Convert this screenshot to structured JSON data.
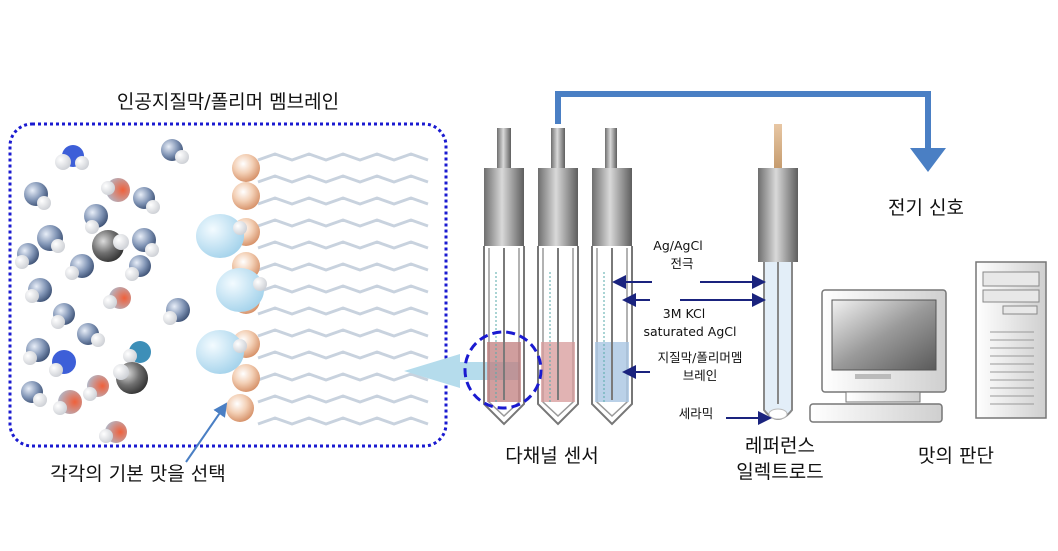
{
  "labels": {
    "membrane_title": "인공지질막/폴리머 멤브레인",
    "taste_select": "각각의 기본 맛을 선택",
    "multichannel_sensor": "다채널 센서",
    "electrode_line1": "Ag/AgCl",
    "electrode_line2": "전극",
    "kcl_line1": "3M KCl",
    "kcl_line2": "saturated AgCl",
    "lipid_line1": "지질막/폴리머멤",
    "lipid_line2": "브레인",
    "ceramic": "세라믹",
    "reference_line1": "레퍼런스",
    "reference_line2": "일렉트로드",
    "electric_signal": "전기 신호",
    "taste_judgment": "맛의 판단"
  },
  "colors": {
    "dotted_border": "#1a1ad0",
    "signal_arrow": "#4a7fc4",
    "pointer_arrow": "#1a237e",
    "big_arrow": "#b5dcec"
  }
}
